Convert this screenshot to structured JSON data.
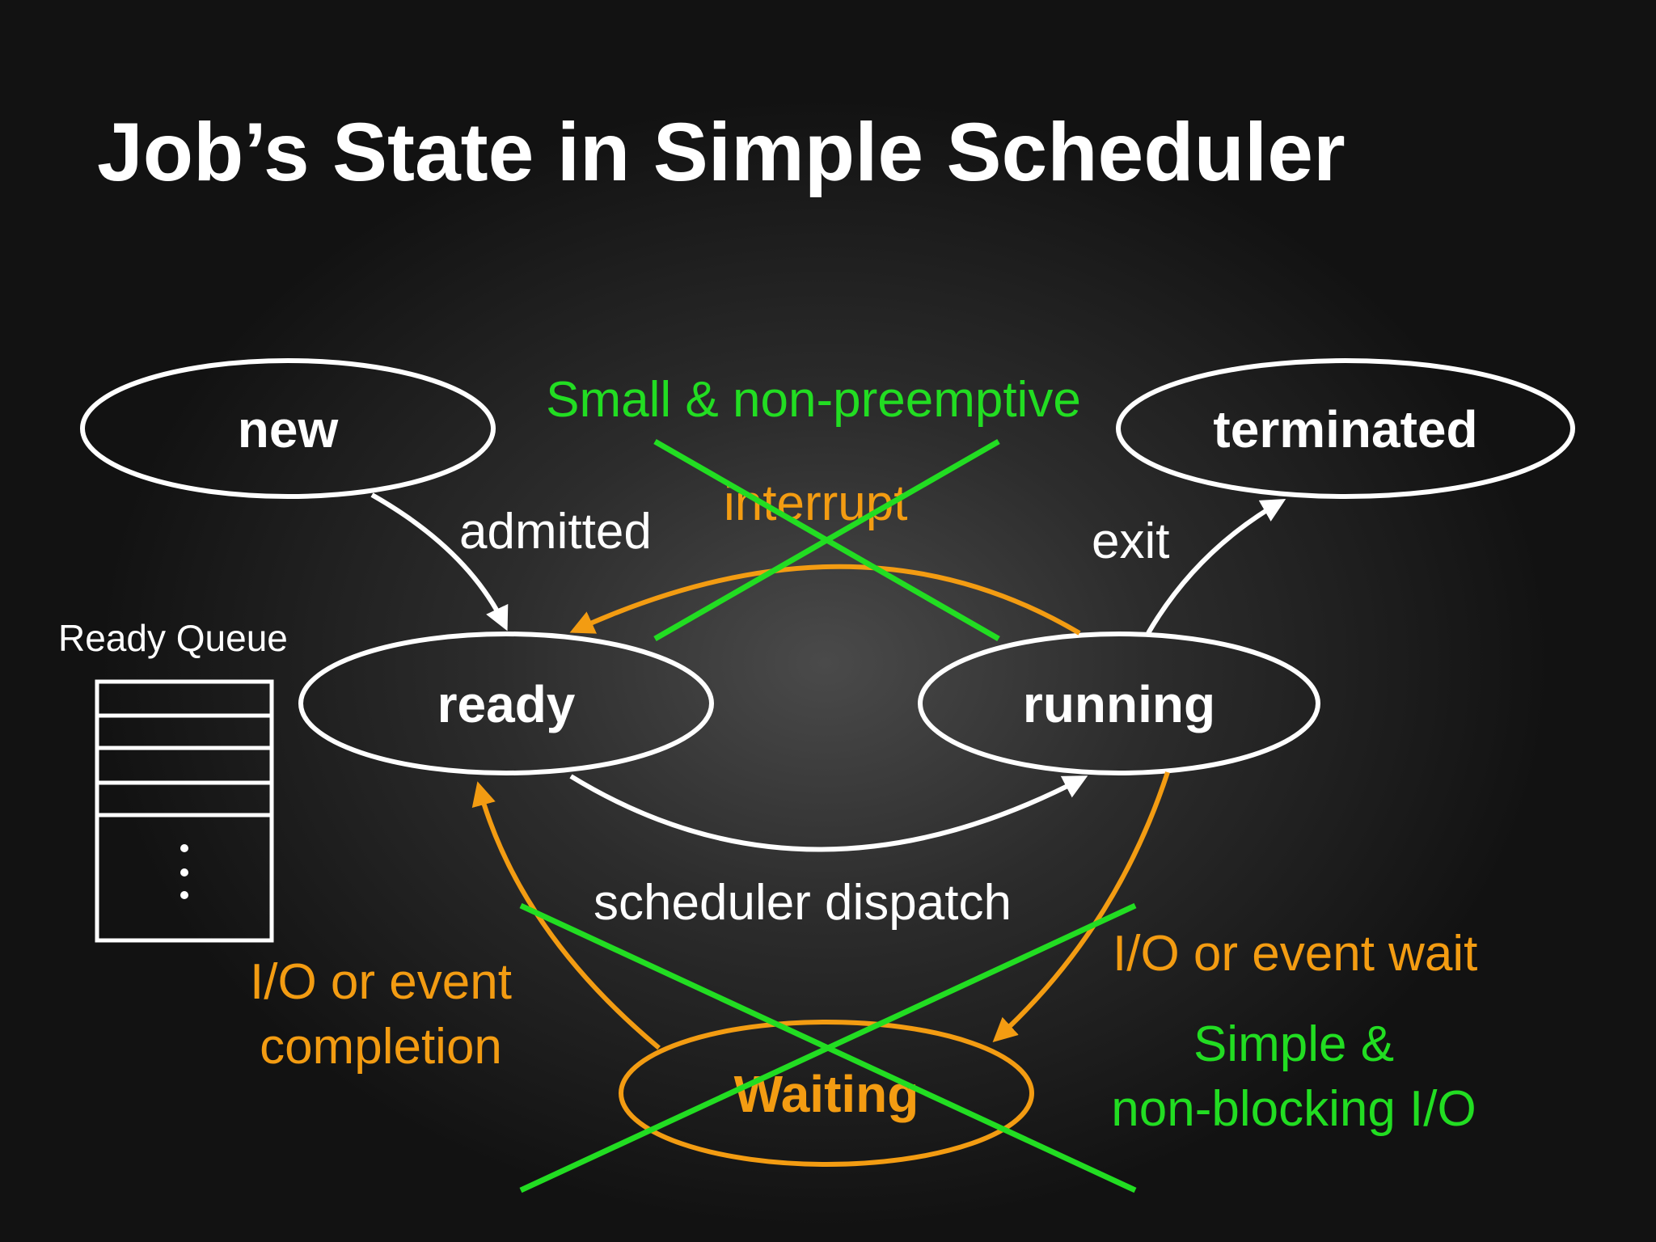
{
  "title": "Job’s State in Simple Scheduler",
  "states": {
    "new": "new",
    "terminated": "terminated",
    "ready": "ready",
    "running": "running",
    "waiting": "Waiting"
  },
  "transitions": {
    "admitted": "admitted",
    "exit": "exit",
    "interrupt": "interrupt",
    "scheduler_dispatch": "scheduler dispatch",
    "io_wait": "I/O or event wait",
    "io_completion_line1": "I/O or event",
    "io_completion_line2": "completion"
  },
  "ready_queue": {
    "label": "Ready Queue",
    "ellipsis": "⋮"
  },
  "annotations": {
    "small_non_preemptive": "Small & non-preemptive",
    "simple_line1": "Simple &",
    "simple_line2": "non-blocking I/O"
  },
  "colors": {
    "white": "#ffffff",
    "orange": "#f39c12",
    "green": "#22dd22"
  }
}
